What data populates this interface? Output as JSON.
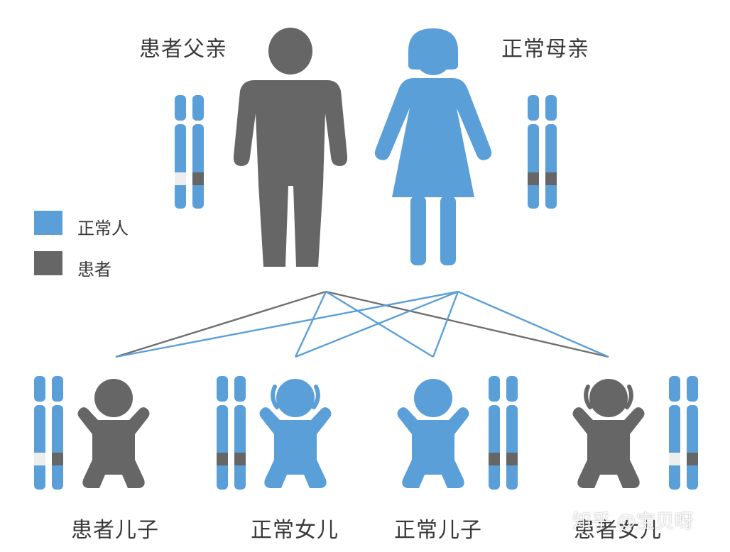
{
  "colors": {
    "normal": "#5b9fd9",
    "patient": "#666666",
    "line_gray": "#707070",
    "background": "#ffffff",
    "chromosome_light": "#eeeeee"
  },
  "labels": {
    "father": "患者父亲",
    "mother": "正常母亲",
    "son_patient": "患者儿子",
    "daughter_normal": "正常女儿",
    "son_normal": "正常儿子",
    "daughter_patient": "患者女儿"
  },
  "legend": {
    "normal": "正常人",
    "patient": "患者"
  },
  "watermark": "知乎 @宝贝呀"
}
